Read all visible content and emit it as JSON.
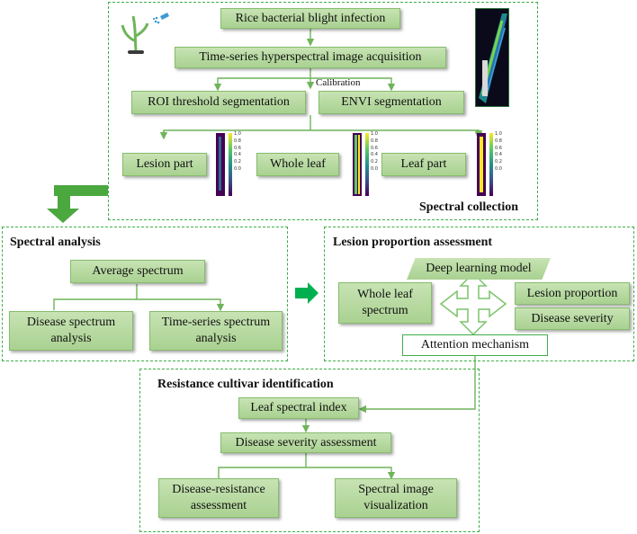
{
  "panels": {
    "collection": {
      "title": "Spectral collection"
    },
    "analysis": {
      "title": "Spectral analysis"
    },
    "lesion": {
      "title": "Lesion proportion assessment"
    },
    "resistance": {
      "title": "Resistance cultivar identification"
    }
  },
  "collection": {
    "infection": "Rice bacterial blight infection",
    "acquisition": "Time-series hyperspectral image acquisition",
    "calibration": "Calibration",
    "roi": "ROI threshold segmentation",
    "envi": "ENVI segmentation",
    "lesion_part": "Lesion part",
    "whole_leaf": "Whole leaf",
    "leaf_part": "Leaf part",
    "colorbar_ticks": [
      "1.0",
      "0.8",
      "0.6",
      "0.4",
      "0.2",
      "0.0"
    ]
  },
  "analysis": {
    "average": "Average spectrum",
    "disease": "Disease spectrum\nanalysis",
    "timeseries": "Time-series spectrum\nanalysis"
  },
  "lesion": {
    "model": "Deep learning model",
    "whole_leaf_spectrum": "Whole leaf\nspectrum",
    "proportion": "Lesion proportion",
    "severity": "Disease severity",
    "attention": "Attention mechanism"
  },
  "resistance": {
    "index": "Leaf spectral index",
    "severity_assessment": "Disease severity assessment",
    "resistance_assessment": "Disease-resistance\nassessment",
    "visualization": "Spectral image\nvisualization"
  },
  "icons": [
    "rice-plant-icon",
    "spray-icon",
    "hyperspectral-leaf-image",
    "bidirectional-arrow-icon",
    "big-flow-arrow-icon"
  ],
  "colors": {
    "green_border": "#3fae49",
    "box_fill": "#b7da9f",
    "arrow_green": "#00a550",
    "viridis_dark": "#440154",
    "viridis_light": "#fde725"
  }
}
